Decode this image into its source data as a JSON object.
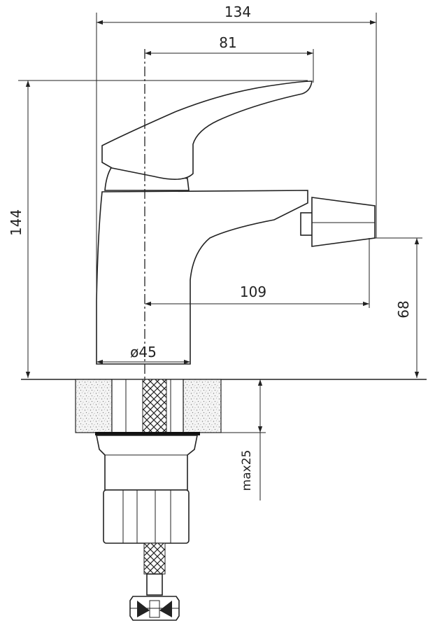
{
  "dimensions": {
    "overall_width": "134",
    "lever_reach": "81",
    "overall_height": "144",
    "spout_reach": "109",
    "spout_height": "68",
    "base_diameter": "ø45",
    "max_counter_thickness": "max25"
  }
}
